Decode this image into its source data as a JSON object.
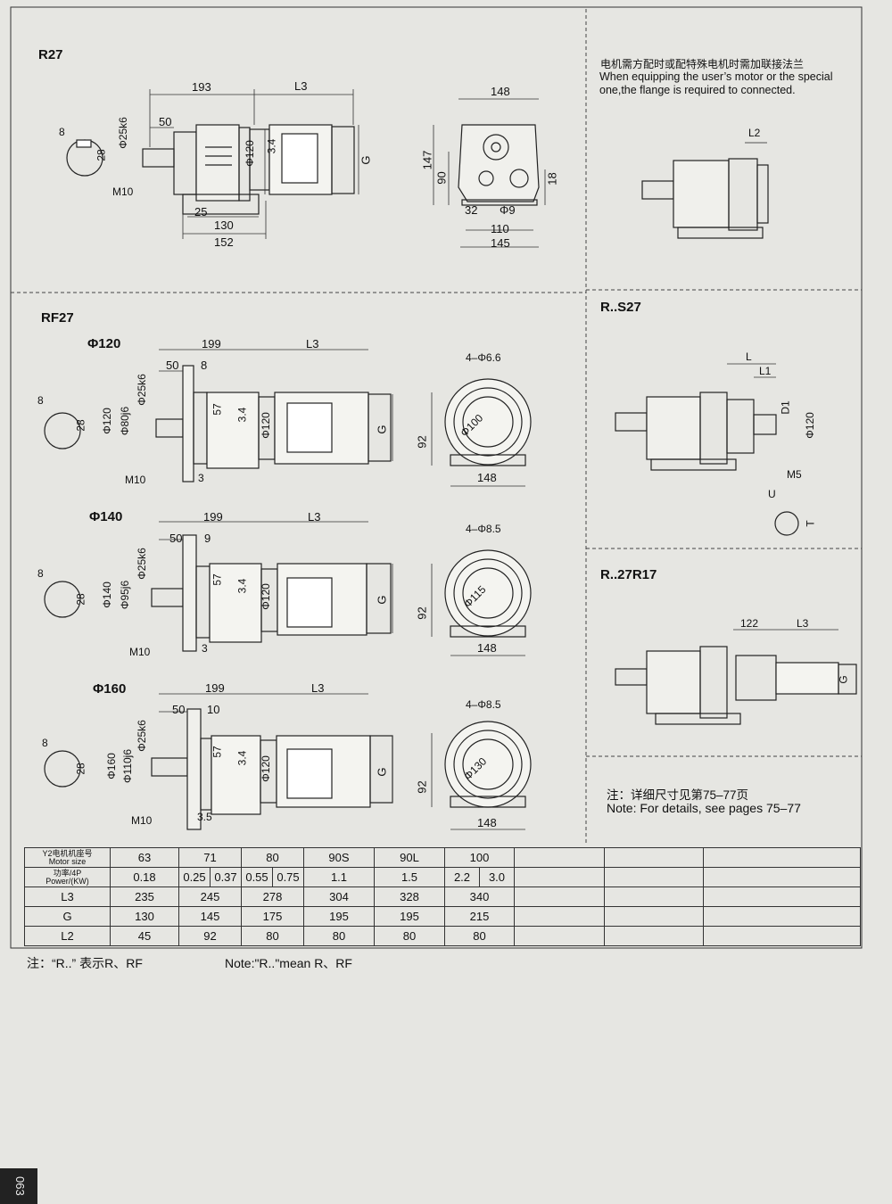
{
  "sections": {
    "r27": "R27",
    "rf27": "RF27",
    "rs27": "R..S27",
    "r27r17": "R..27R17"
  },
  "flange_labels": {
    "f120": "Φ120",
    "f140": "Φ140",
    "f160": "Φ160"
  },
  "flange_note": {
    "zh": "电机需方配时或配特殊电机时需加联接法兰",
    "en1": "When equipping the user’s motor or the special",
    "en2": "one,the flange is required to connected."
  },
  "detail_note": {
    "zh": "注：详细尺寸见第75–77页",
    "en": "Note: For details, see pages 75–77"
  },
  "table": {
    "row_labels": {
      "motor_zh": "Y2电机机座号",
      "motor_en": "Motor size",
      "power_zh": "功率/4P",
      "power_en": "Power/(KW)",
      "l3": "L3",
      "g": "G",
      "l2": "L2"
    },
    "motor_sizes": [
      "63",
      "71",
      "80",
      "90S",
      "90L",
      "100"
    ],
    "power": [
      "0.18",
      "0.25",
      "0.37",
      "0.55",
      "0.75",
      "1.1",
      "1.5",
      "2.2",
      "3.0"
    ],
    "l3": [
      "235",
      "245",
      "278",
      "304",
      "328",
      "340"
    ],
    "g": [
      "130",
      "145",
      "175",
      "195",
      "195",
      "215"
    ],
    "l2": [
      "45",
      "92",
      "80",
      "80",
      "80",
      "80"
    ]
  },
  "bottom_notes": {
    "zh": "注：“R..” 表示R、RF",
    "en": "Note:\"R..\"mean R、RF"
  },
  "page_number": "063",
  "dims": {
    "d193": "193",
    "L3": "L3",
    "d50": "50",
    "d8": "8",
    "d28": "28",
    "phi25k6": "Φ25k6",
    "m10": "M10",
    "phi120": "Φ120",
    "d34": "3.4",
    "G": "G",
    "d25": "25",
    "d130": "130",
    "d152": "152",
    "d148": "148",
    "d147": "147",
    "d90": "90",
    "d18": "18",
    "d32": "32",
    "phi9": "Φ9",
    "d110": "110",
    "d145": "145",
    "L2": "L2",
    "d199": "199",
    "d57": "57",
    "d3": "3",
    "phi80j6": "Φ80j6",
    "d92": "92",
    "h4phi66": "4–Φ6.6",
    "phi100": "Φ100",
    "d9": "9",
    "phi95j6": "Φ95j6",
    "h4phi85": "4–Φ8.5",
    "phi115": "Φ115",
    "d10": "10",
    "phi110j6": "Φ110j6",
    "phi160": "Φ160",
    "d35": "3.5",
    "phi130": "Φ130",
    "phi140": "Φ140",
    "L": "L",
    "L1": "L1",
    "D1": "D1",
    "M5": "M5",
    "U": "U",
    "T": "T",
    "d122": "122"
  }
}
